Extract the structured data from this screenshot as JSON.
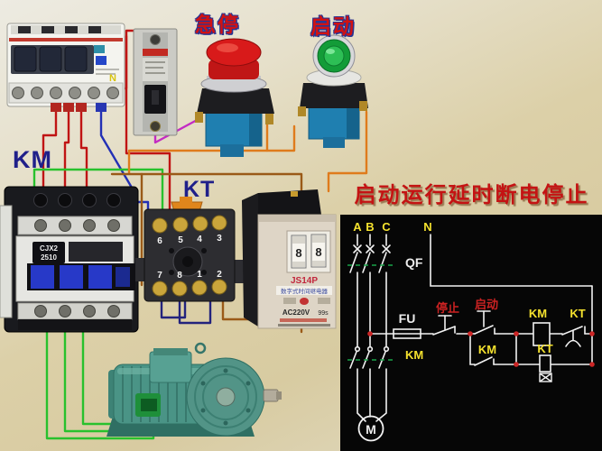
{
  "photo": {
    "estop_label": "急停",
    "start_label": "启动",
    "km_label": "KM",
    "kt_label": "KT",
    "breaker": {
      "n_mark": "N"
    },
    "contactor": {
      "model_line1": "CJX2",
      "model_line2": "2510"
    },
    "socket": {
      "pins_top": [
        "6",
        "5",
        "4",
        "3"
      ],
      "pins_bottom": [
        "7",
        "8",
        "1",
        "2"
      ]
    },
    "timer": {
      "model": "JS14P",
      "name": "数字式时间继电器",
      "voltage": "AC220V",
      "range": "99s",
      "digits": [
        "8",
        "8"
      ]
    }
  },
  "schematic": {
    "title": "启动运行延时断电停止",
    "phases": [
      "A",
      "B",
      "C"
    ],
    "neutral": "N",
    "qf": "QF",
    "fu": "FU",
    "stop": "停止",
    "start": "启动",
    "km_main": "KM",
    "km_hold": "KM",
    "km_coil": "KM",
    "kt_contact": "KT",
    "kt_coil": "KT",
    "motor": "M"
  },
  "colors": {
    "background_tan": "#d8cba1",
    "title_red": "#c41313",
    "label_navy": "#20208a",
    "panel_black": "#060606",
    "schematic_line": "#f2f2f2",
    "schematic_yellow": "#f5e22e",
    "schematic_red": "#cc2222",
    "dashed_green": "#18a448",
    "wire_red": "#c01414",
    "wire_blue": "#2330b5",
    "wire_green": "#28c12d",
    "wire_magenta": "#c32bc3",
    "wire_orange": "#df7b1c",
    "wire_brown": "#9a5a18",
    "wire_navy": "#23237d"
  }
}
